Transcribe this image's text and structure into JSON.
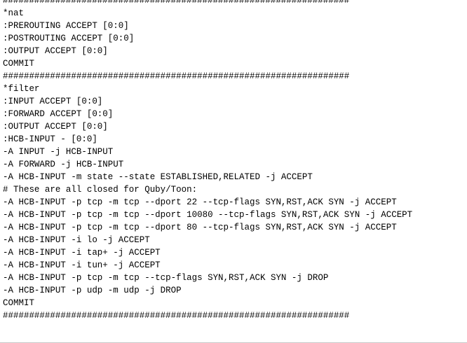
{
  "editor": {
    "lines": [
      "##################################################################",
      "*nat",
      ":PREROUTING ACCEPT [0:0]",
      ":POSTROUTING ACCEPT [0:0]",
      ":OUTPUT ACCEPT [0:0]",
      "COMMIT",
      "##################################################################",
      "*filter",
      ":INPUT ACCEPT [0:0]",
      ":FORWARD ACCEPT [0:0]",
      ":OUTPUT ACCEPT [0:0]",
      ":HCB-INPUT - [0:0]",
      "-A INPUT -j HCB-INPUT",
      "-A FORWARD -j HCB-INPUT",
      "-A HCB-INPUT -m state --state ESTABLISHED,RELATED -j ACCEPT",
      "# These are all closed for Quby/Toon:",
      "-A HCB-INPUT -p tcp -m tcp --dport 22 --tcp-flags SYN,RST,ACK SYN -j ACCEPT",
      "-A HCB-INPUT -p tcp -m tcp --dport 10080 --tcp-flags SYN,RST,ACK SYN -j ACCEPT",
      "-A HCB-INPUT -p tcp -m tcp --dport 80 --tcp-flags SYN,RST,ACK SYN -j ACCEPT",
      "-A HCB-INPUT -i lo -j ACCEPT",
      "-A HCB-INPUT -i tap+ -j ACCEPT",
      "-A HCB-INPUT -i tun+ -j ACCEPT",
      "-A HCB-INPUT -p tcp -m tcp --tcp-flags SYN,RST,ACK SYN -j DROP",
      "-A HCB-INPUT -p udp -m udp -j DROP",
      "COMMIT",
      "##################################################################"
    ]
  }
}
